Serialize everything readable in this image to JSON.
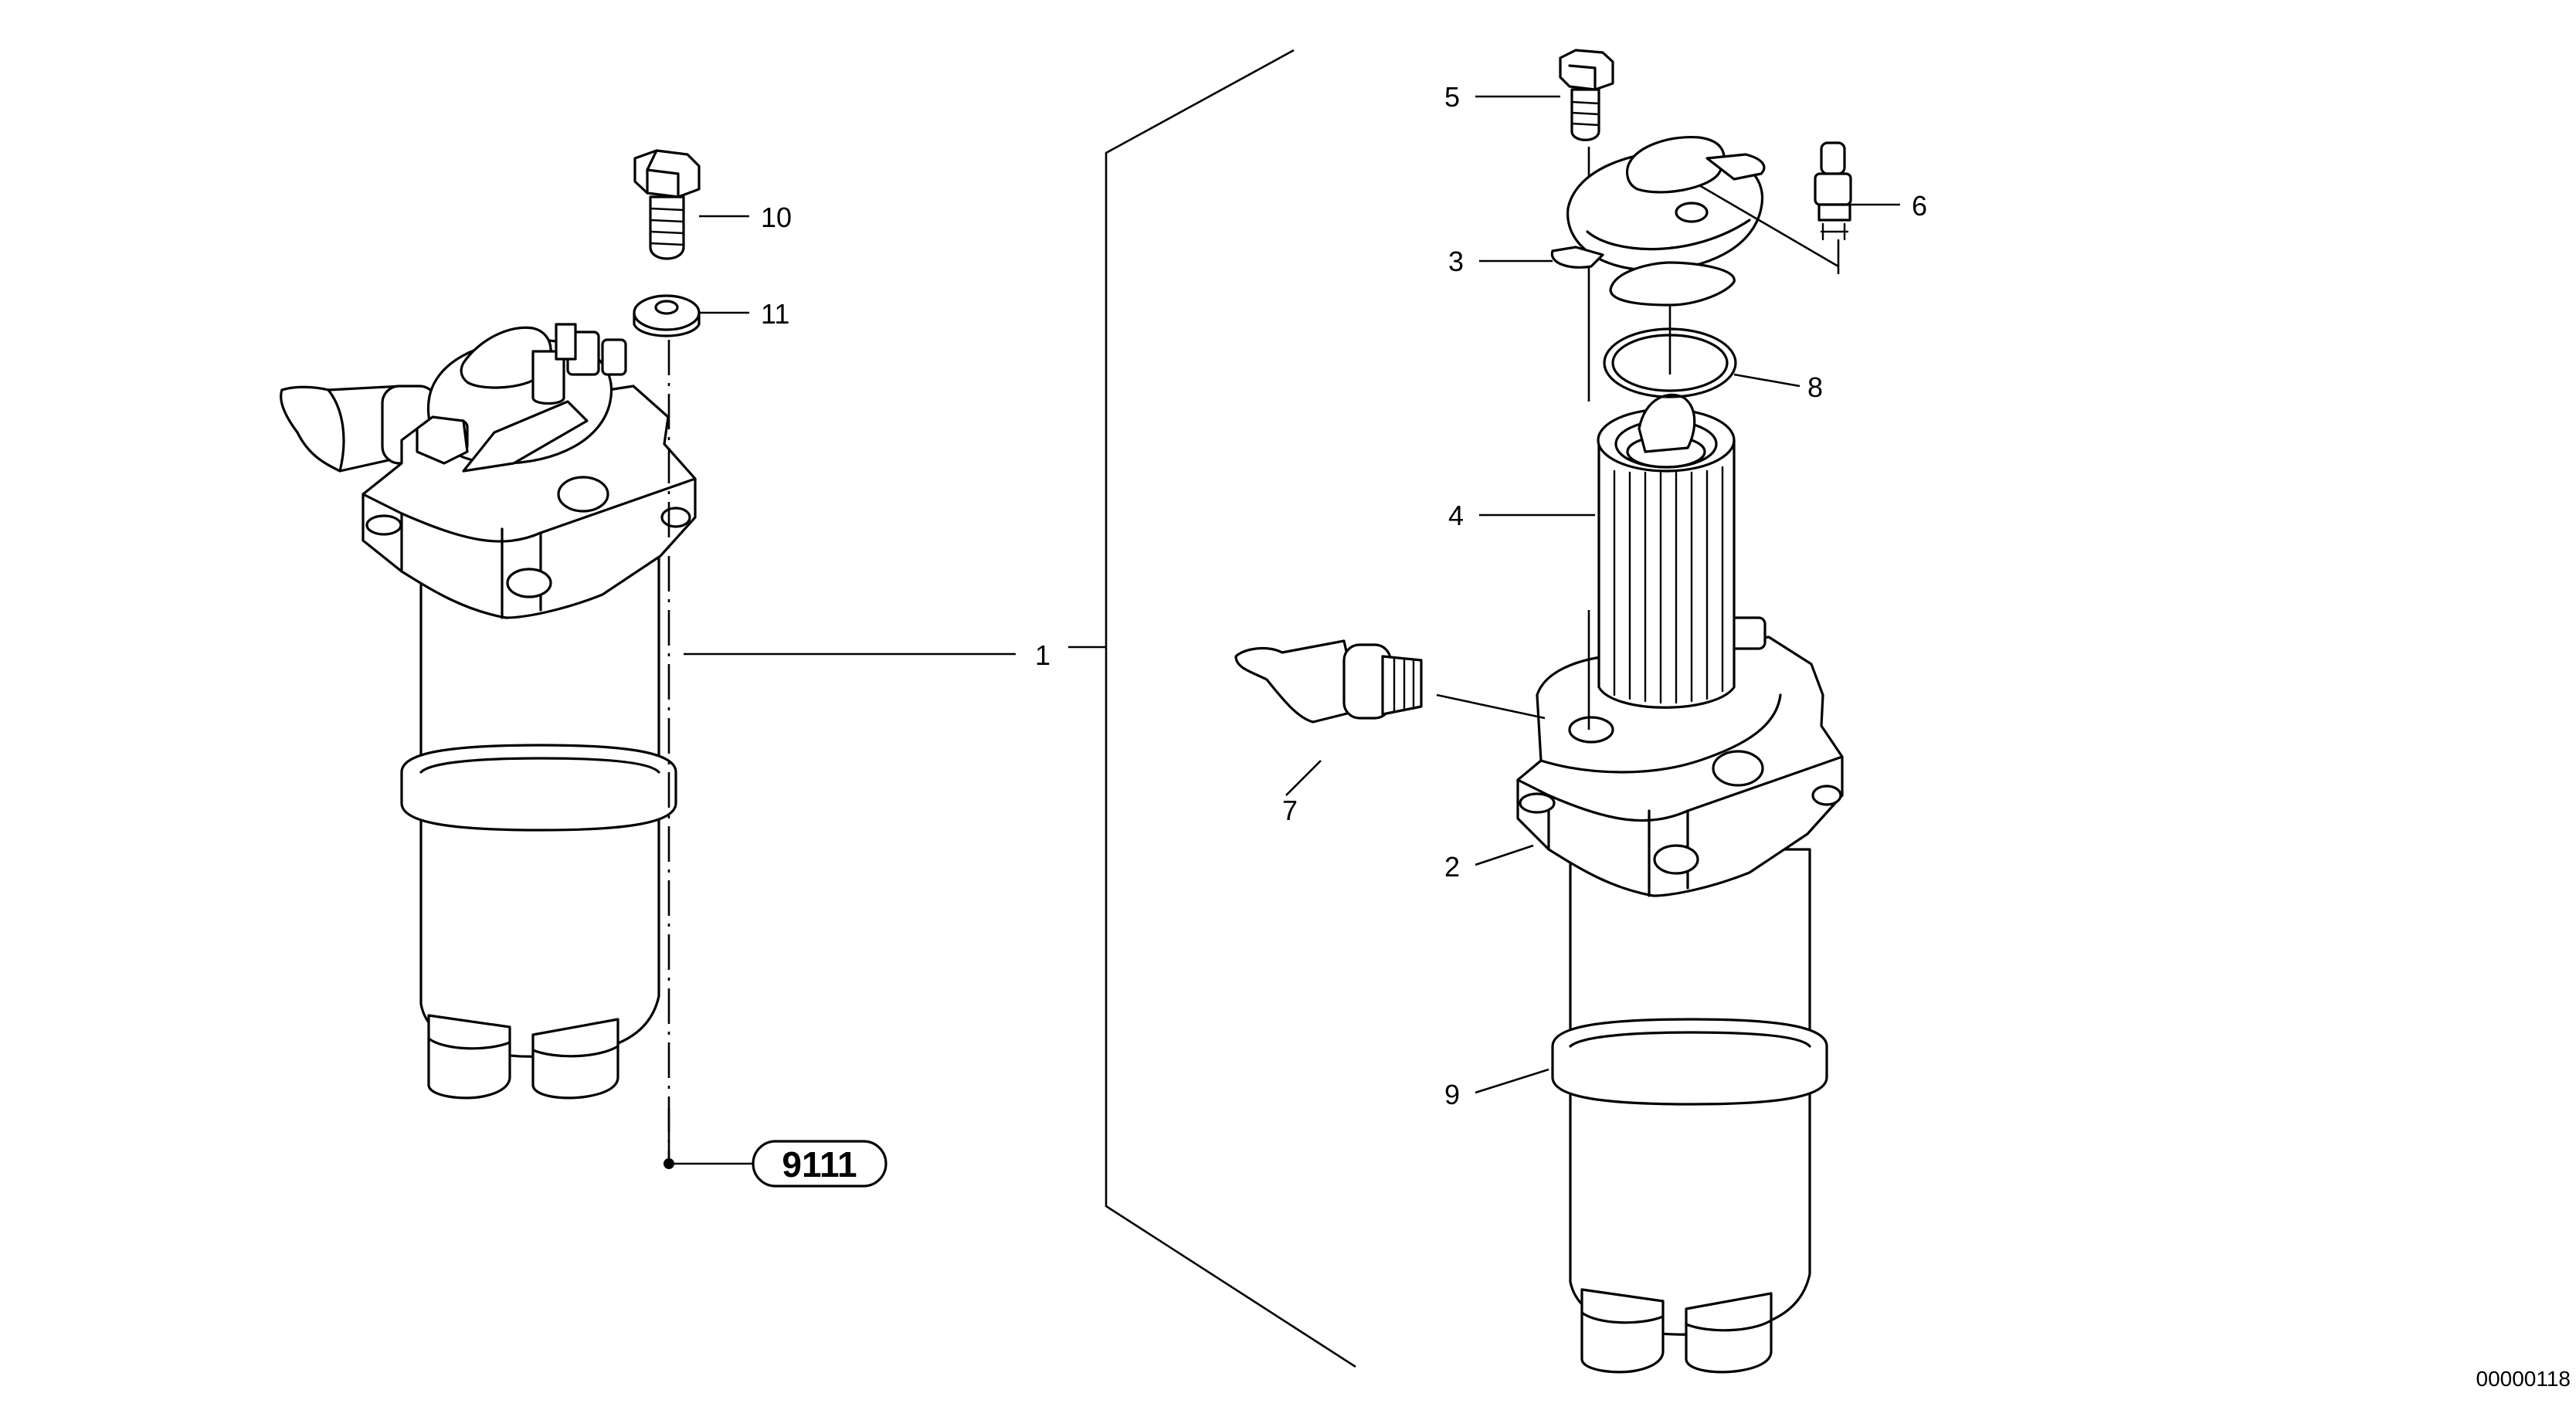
{
  "callouts": {
    "c1": "1",
    "c2": "2",
    "c3": "3",
    "c4": "4",
    "c5": "5",
    "c6": "6",
    "c7": "7",
    "c8": "8",
    "c9": "9",
    "c10": "10",
    "c11": "11"
  },
  "reference_group": "9111",
  "drawing_number": "00000118"
}
